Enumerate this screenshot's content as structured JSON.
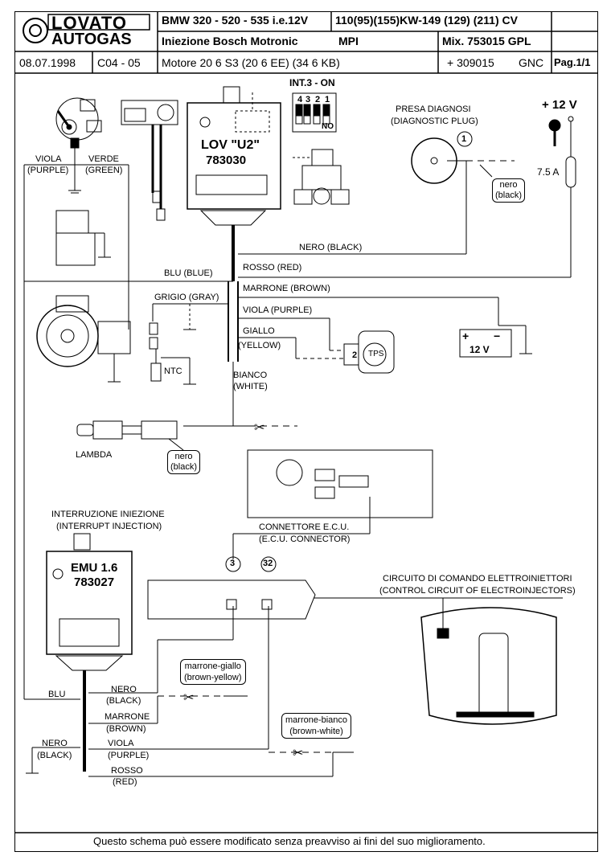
{
  "header": {
    "brand_top": "LOVATO",
    "brand_bottom": "AUTOGAS",
    "vehicle": "BMW  320 - 520 - 535  i.e.12V",
    "power": "110(95)(155)KW-149 (129) (211) CV",
    "injection": "Iniezione Bosch  Motronic",
    "injection_type": "MPI",
    "mixer": "Mix. 753015  GPL",
    "date": "08.07.1998",
    "code": "C04 - 05",
    "engine": "Motore 20 6 S3 (20 6 EE) (34 6 KB)",
    "part": "+ 309015",
    "fuel": "GNC",
    "page": "Pag.1/1"
  },
  "diagram": {
    "int3": "INT.3 - ON",
    "switch_numbers": [
      "4",
      "3",
      "2",
      "1"
    ],
    "switch_no": "NO",
    "lov_u2": "LOV \"U2\"",
    "lov_code": "783030",
    "presa_it": "PRESA DIAGNOSI",
    "presa_en": "(DIAGNOSTIC PLUG)",
    "plus12": "+ 12 V",
    "fuse": "7.5 A",
    "nero_box_1": "nero",
    "nero_box_2": "(black)",
    "viola": "VIOLA",
    "purple": "(PURPLE)",
    "verde": "VERDE",
    "green": "(GREEN)",
    "nero_black": "NERO (BLACK)",
    "rosso_red": "ROSSO (RED)",
    "blu_blue": "BLU (BLUE)",
    "marrone_brown": "MARRONE (BROWN)",
    "grigio_gray": "GRIGIO (GRAY)",
    "viola_purple": "VIOLA (PURPLE)",
    "giallo": "GIALLO",
    "yellow": "(YELLOW)",
    "bianco": "BIANCO",
    "white": "(WHITE)",
    "ntc": "NTC",
    "tps": "TPS",
    "tps_pin": "2",
    "battery": "12 V",
    "lambda": "LAMBDA",
    "interr_it": "INTERRUZIONE INIEZIONE",
    "interr_en": "(INTERRUPT INJECTION)",
    "emu": "EMU 1.6",
    "emu_code": "783027",
    "conn_it": "CONNETTORE  E.C.U.",
    "conn_en": "(E.C.U. CONNECTOR)",
    "pin3": "3",
    "pin32": "32",
    "pin1": "1",
    "circ_it": "CIRCUITO DI COMANDO ELETTROINIETTORI",
    "circ_en": "(CONTROL CIRCUIT OF ELECTROINJECTORS)",
    "mg_1": "marrone-giallo",
    "mg_2": "(brown-yellow)",
    "mb_1": "marrone-bianco",
    "mb_2": "(brown-white)",
    "blu": "BLU",
    "nero": "NERO",
    "black": "(BLACK)",
    "marrone": "MARRONE",
    "brown": "(BROWN)",
    "viola2": "VIOLA",
    "purple2": "(PURPLE)",
    "rosso": "ROSSO",
    "red": "(RED)",
    "nero_left": "NERO",
    "black_left": "(BLACK)"
  },
  "footer": {
    "note": "Questo schema può essere modificato senza preavviso ai fini del suo miglioramento."
  }
}
